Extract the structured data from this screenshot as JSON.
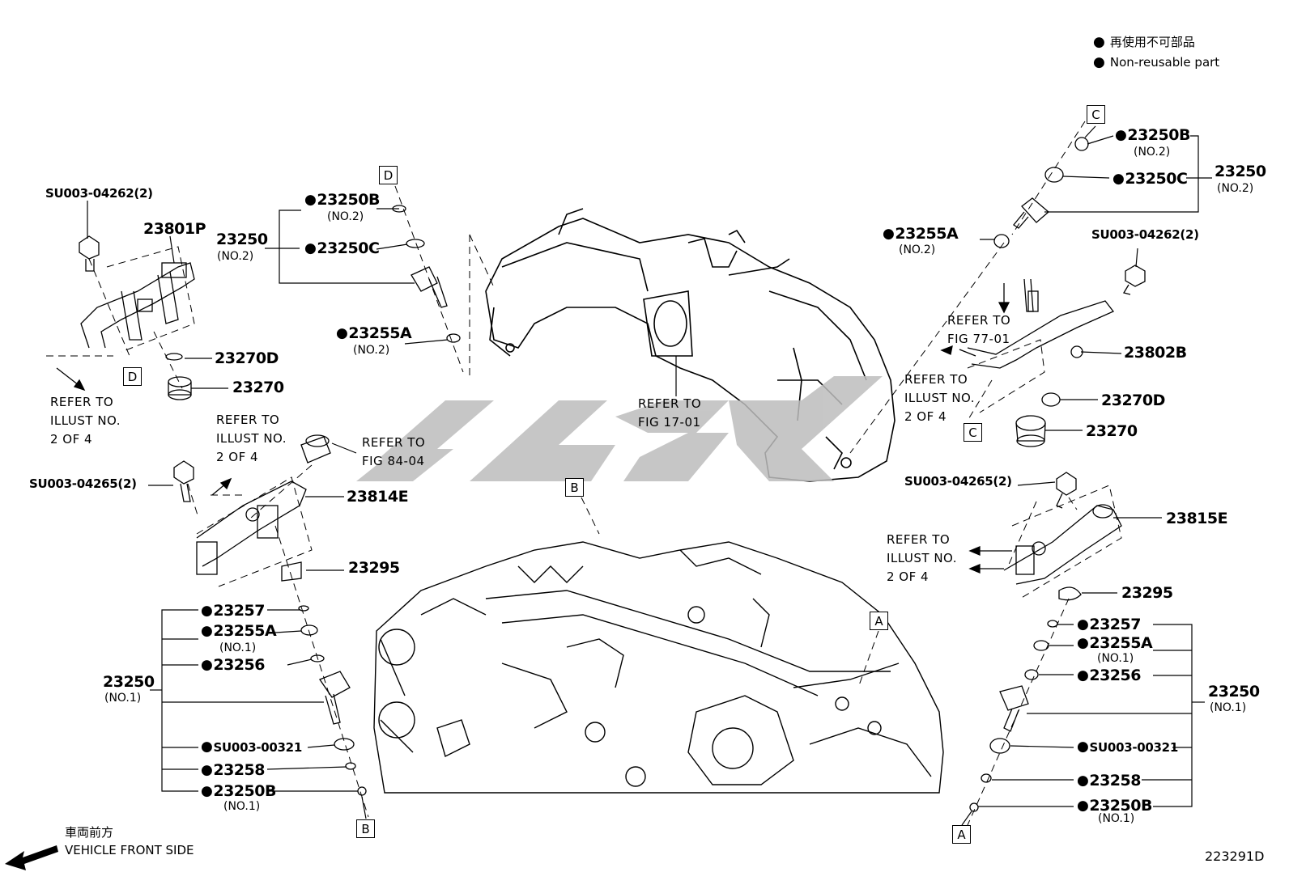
{
  "legend": {
    "ja": "再使用不可部品",
    "en": "Non-reusable part"
  },
  "figure_number": "223291D",
  "front": {
    "ja": "車両前方",
    "en": "VEHICLE FRONT SIDE"
  },
  "boxes": {
    "a": "A",
    "b": "B",
    "c": "C",
    "d": "D"
  },
  "left_rail": {
    "bolt": "SU003-04262(2)",
    "pipe": "23801P",
    "gasket": "23270D",
    "plug": "23270",
    "refer_illust": [
      "REFER TO",
      "ILLUST NO.",
      "2 OF 4"
    ]
  },
  "upper_injector": {
    "assy": "23250",
    "assy_sub": "(NO.2)",
    "p1": "23250B",
    "p1_sub": "(NO.2)",
    "p2": "23250C",
    "p3": "23255A",
    "p3_sub": "(NO.2)"
  },
  "manifold": {
    "refer": [
      "REFER TO",
      "FIG 17-01"
    ],
    "sensor_refer": [
      "REFER TO",
      "FIG 84-04"
    ],
    "illust_refer": [
      "REFER TO",
      "ILLUST NO.",
      "2 OF 4"
    ]
  },
  "left_lower": {
    "bolt": "SU003-04265(2)",
    "rail": "23814E",
    "insulator": "23295",
    "assy": "23250",
    "assy_sub": "(NO.1)",
    "items": [
      "23257",
      "23255A",
      "23256",
      "SU003-00321",
      "23258",
      "23250B"
    ],
    "items_sub_1": "(NO.1)",
    "items_sub_5": "(NO.1)"
  },
  "right_upper": {
    "p1": "23250B",
    "p1_sub": "(NO.2)",
    "p2": "23250C",
    "assy": "23250",
    "assy_sub": "(NO.2)",
    "p3": "23255A",
    "p3_sub": "(NO.2)",
    "bolt": "SU003-04262(2)",
    "refer": [
      "REFER TO",
      "FIG 77-01"
    ],
    "pipe": "23802B",
    "refer_illust": [
      "REFER TO",
      "ILLUST NO.",
      "2 OF 4"
    ],
    "gasket": "23270D",
    "plug": "23270"
  },
  "right_lower": {
    "bolt": "SU003-04265(2)",
    "rail": "23815E",
    "refer_illust": [
      "REFER TO",
      "ILLUST NO.",
      "2 OF 4"
    ],
    "insulator": "23295",
    "assy": "23250",
    "assy_sub": "(NO.1)",
    "items": [
      "23257",
      "23255A",
      "23256",
      "SU003-00321",
      "23258",
      "23250B"
    ],
    "items_sub_1": "(NO.1)",
    "items_sub_5": "(NO.1)"
  }
}
